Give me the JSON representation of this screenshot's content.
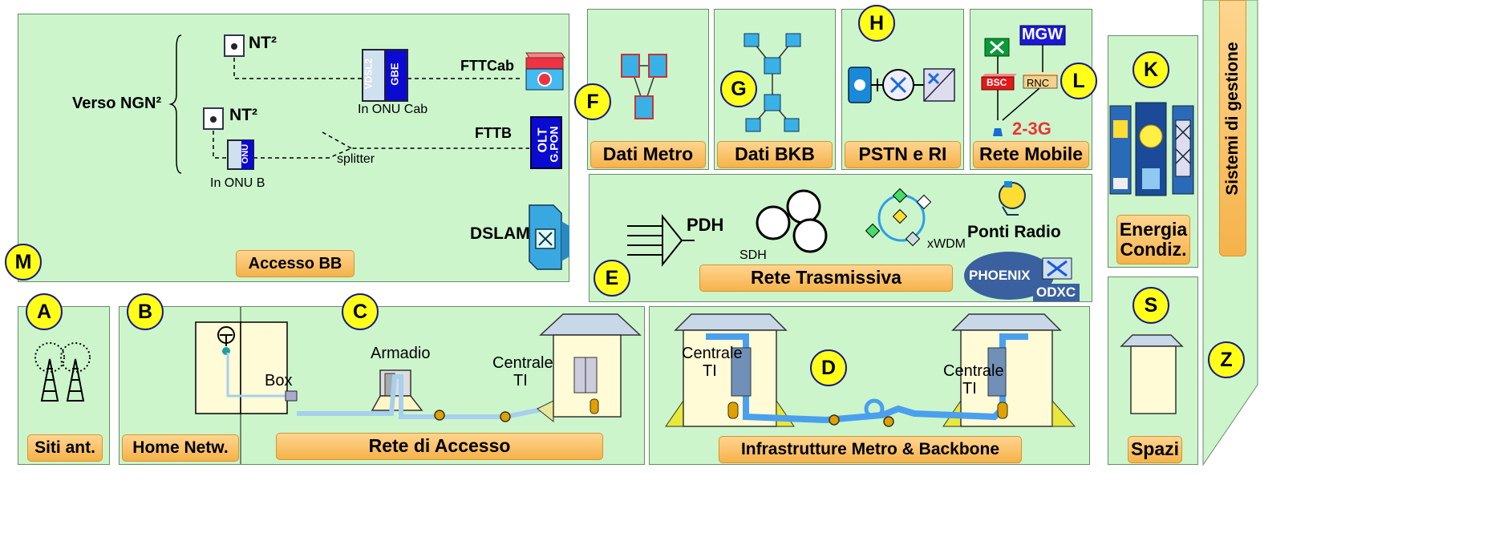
{
  "colors": {
    "panel_bg": "#ccf5cc",
    "label_bg": "#f5b24a",
    "circle_bg": "#ffff1a",
    "pipe": "#5aa0ee",
    "olt": "#0a0ad0"
  },
  "panels": {
    "access_bb": {
      "circle": "M",
      "label": "Accesso BB",
      "verso_ngn": "Verso NGN²",
      "nt_top": "NT²",
      "nt_mid": "NT²",
      "onu_cab_caption": "In ONU Cab",
      "onu_b_caption": "In ONU B",
      "vdsl": "VDSL2",
      "gbe": "GBE",
      "onu": "ONU",
      "fttcab": "FTTCab",
      "fttb": "FTTB",
      "splitter": "splitter",
      "olt_line1": "OLT",
      "olt_line2": "G.PON",
      "dslam": "DSLAM"
    },
    "dati_metro": {
      "circle": "F",
      "label": "Dati Metro"
    },
    "dati_bkb": {
      "circle": "G",
      "label": "Dati BKB"
    },
    "pstn": {
      "circle": "H",
      "label": "PSTN e RI"
    },
    "rete_mobile": {
      "circle": "L",
      "label": "Rete Mobile",
      "mgw": "MGW",
      "bsc": "BSC",
      "rnc": "RNC",
      "gen": "2-3G"
    },
    "energia": {
      "circle": "K",
      "label": "Energia Condiz."
    },
    "gestione": {
      "label": "Sistemi di gestione",
      "circle": "Z"
    },
    "trasmissiva": {
      "circle": "E",
      "label": "Rete Trasmissiva",
      "pdh": "PDH",
      "sdh": "SDH",
      "xwdm": "xWDM",
      "ponti_radio": "Ponti Radio",
      "phoenix": "PHOENIX",
      "odxc": "ODXC"
    },
    "spazi": {
      "circle": "S",
      "label": "Spazi"
    },
    "siti": {
      "circle": "A",
      "label": "Siti ant."
    },
    "home": {
      "circle": "B",
      "label": "Home Netw."
    },
    "accesso": {
      "circle": "C",
      "label": "Rete di Accesso",
      "box": "Box",
      "armadio": "Armadio",
      "centrale_line1": "Centrale",
      "centrale_line2": "TI"
    },
    "infra": {
      "circle": "D",
      "label": "Infrastrutture Metro & Backbone",
      "centrale_left_line1": "Centrale",
      "centrale_left_line2": "TI",
      "centrale_right_line1": "Centrale",
      "centrale_right_line2": "TI"
    }
  }
}
